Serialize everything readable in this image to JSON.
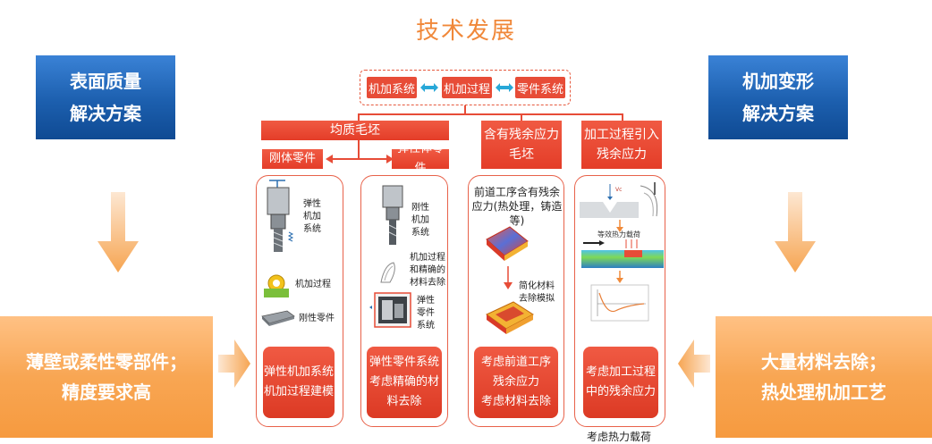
{
  "title": "技术发展",
  "left_top": {
    "line1": "表面质量",
    "line2": "解决方案"
  },
  "right_top": {
    "line1": "机加变形",
    "line2": "解决方案"
  },
  "left_bottom": {
    "line1": "薄壁或柔性零部件；",
    "line2": "精度要求高"
  },
  "right_bottom": {
    "line1": "大量材料去除；",
    "line2": "热处理机加工艺"
  },
  "systems": {
    "machine_system": "机加系统",
    "machining_process": "机加过程",
    "part_system": "零件系统"
  },
  "uniform_blank": "均质毛坯",
  "rigid_part": "刚体零件",
  "elastic_part": "弹性体零件",
  "residual_blank": {
    "line1": "含有残余应力",
    "line2": "毛坯"
  },
  "process_residual": {
    "line1": "加工过程引入",
    "line2": "残余应力"
  },
  "panel1": {
    "label_elastic_system": "弹性\n机加\n系统",
    "label_process": "机加过程",
    "label_rigid_part": "刚性零件",
    "bottom_line1": "弹性机加系统",
    "bottom_line2": "机加过程建模"
  },
  "panel2": {
    "label_elastic_system": "刚性\n机加\n系统",
    "label_process": "机加过程\n和精确的\n材料去除",
    "label_elastic_part": "弹性\n零件\n系统",
    "bottom_line1": "弹性零件系统",
    "bottom_line2": "考虑精确的材",
    "bottom_line3": "料去除"
  },
  "panel3": {
    "top_text": "前道工序含有残余应力(热处理，铸造等)",
    "label_simplified": "简化材料\n去除模拟",
    "bottom_line1": "考虑前道工序",
    "bottom_line2": "残余应力",
    "bottom_line3": "考虑材料去除"
  },
  "panel4": {
    "label_equivalent": "等效热力载荷",
    "bottom_line1": "考虑加工过程",
    "bottom_line2": "中的残余应力"
  },
  "footer_note": "考虑热力载荷",
  "colors": {
    "accent_red": "#e74c37",
    "blue": "#1c5fae",
    "orange": "#f8a653",
    "title_orange": "#f0883a"
  }
}
